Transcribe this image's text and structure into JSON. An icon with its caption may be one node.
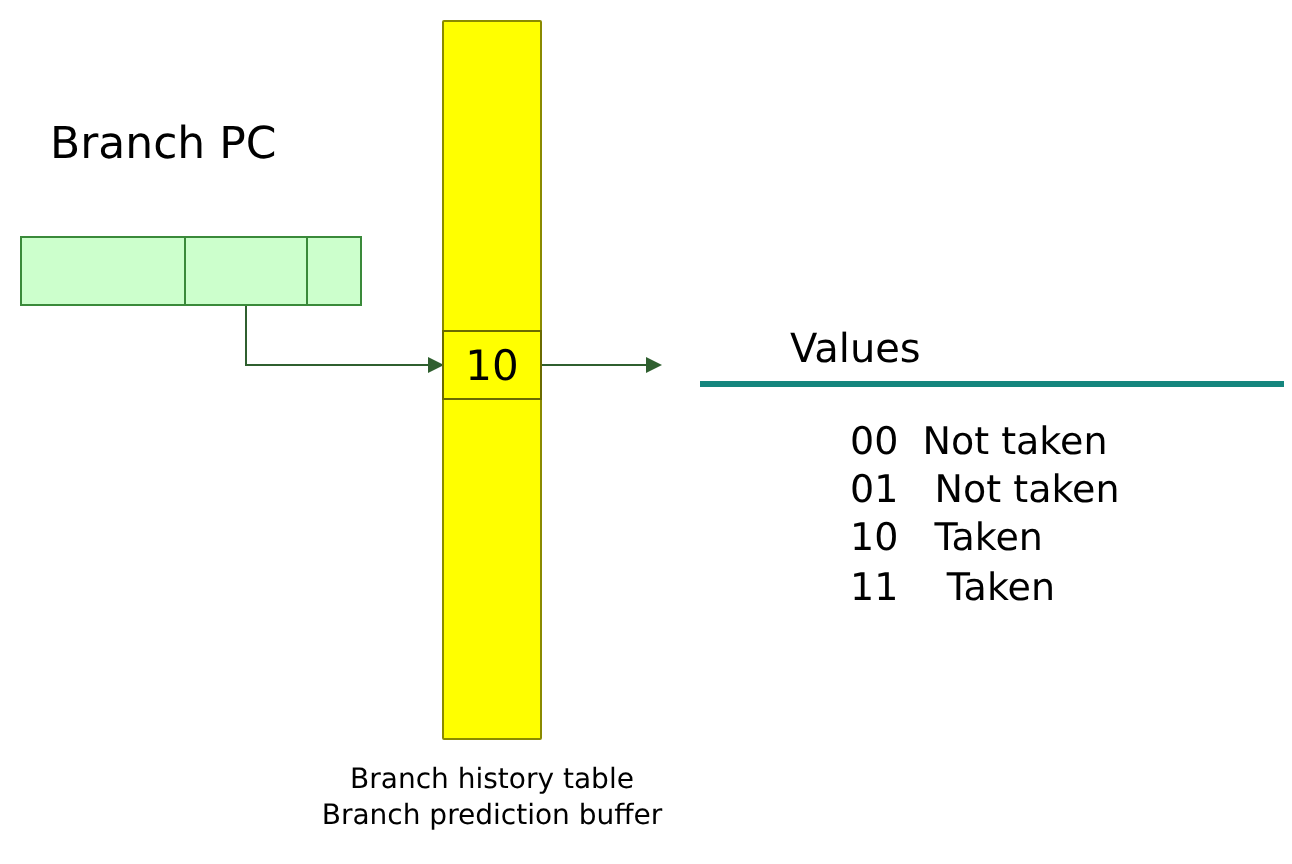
{
  "diagram": {
    "nodes": [
      {
        "text": [
          "Branch PC"
        ]
      },
      {
        "text": [],
        "shape": "box",
        "in": 0
      },
      {
        "text": [],
        "shape": "box",
        "in": 0
      },
      {
        "text": [],
        "shape": "box",
        "in": 0
      },
      {
        "text": [],
        "shape": "bar",
        "beside": [
          "Branch history table",
          "Branch prediction buffer"
        ]
      },
      {
        "text": [
          "10"
        ],
        "in": 4
      }
    ],
    "edges": [
      {
        "from": 2,
        "to": 5,
        "arrow": "to"
      },
      {
        "from": 5,
        "to": null,
        "arrow": "to"
      }
    ],
    "labels": [
      "Values",
      "00  Not taken",
      "01   Not taken",
      "10   Taken",
      "11    Taken"
    ]
  }
}
